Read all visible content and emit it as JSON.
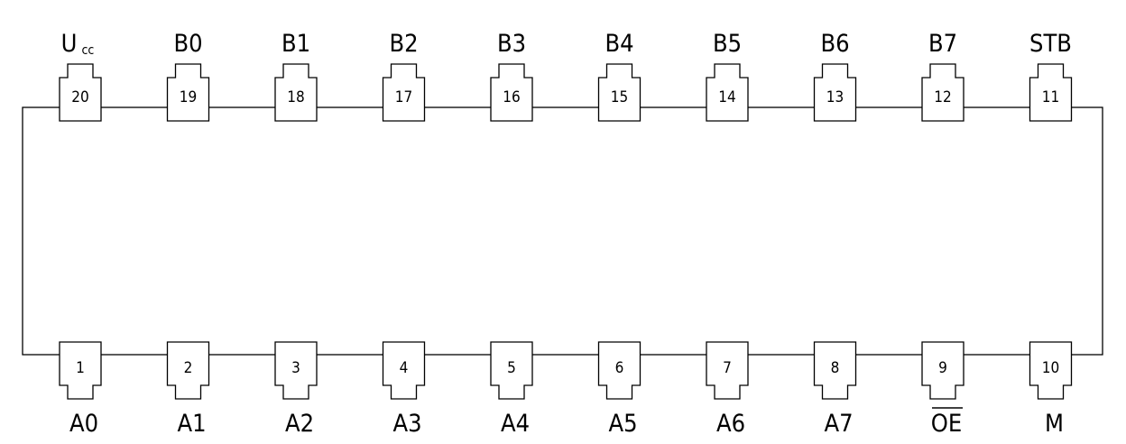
{
  "top_pins": [
    {
      "number": "20",
      "label": "U",
      "label_sub": "cc"
    },
    {
      "number": "19",
      "label": "B0"
    },
    {
      "number": "18",
      "label": "B1"
    },
    {
      "number": "17",
      "label": "B2"
    },
    {
      "number": "16",
      "label": "B3"
    },
    {
      "number": "15",
      "label": "B4"
    },
    {
      "number": "14",
      "label": "B5"
    },
    {
      "number": "13",
      "label": "B6"
    },
    {
      "number": "12",
      "label": "B7"
    },
    {
      "number": "11",
      "label": "STB"
    }
  ],
  "bottom_pins": [
    {
      "number": "1",
      "label": "A0"
    },
    {
      "number": "2",
      "label": "A1"
    },
    {
      "number": "3",
      "label": "A2"
    },
    {
      "number": "4",
      "label": "A3"
    },
    {
      "number": "5",
      "label": "A4"
    },
    {
      "number": "6",
      "label": "A5"
    },
    {
      "number": "7",
      "label": "A6"
    },
    {
      "number": "8",
      "label": "A7"
    },
    {
      "number": "9",
      "label": "OE",
      "overbar": true
    },
    {
      "number": "10",
      "label": "M"
    }
  ],
  "colors": {
    "stroke": "#000000",
    "background": "#ffffff"
  }
}
